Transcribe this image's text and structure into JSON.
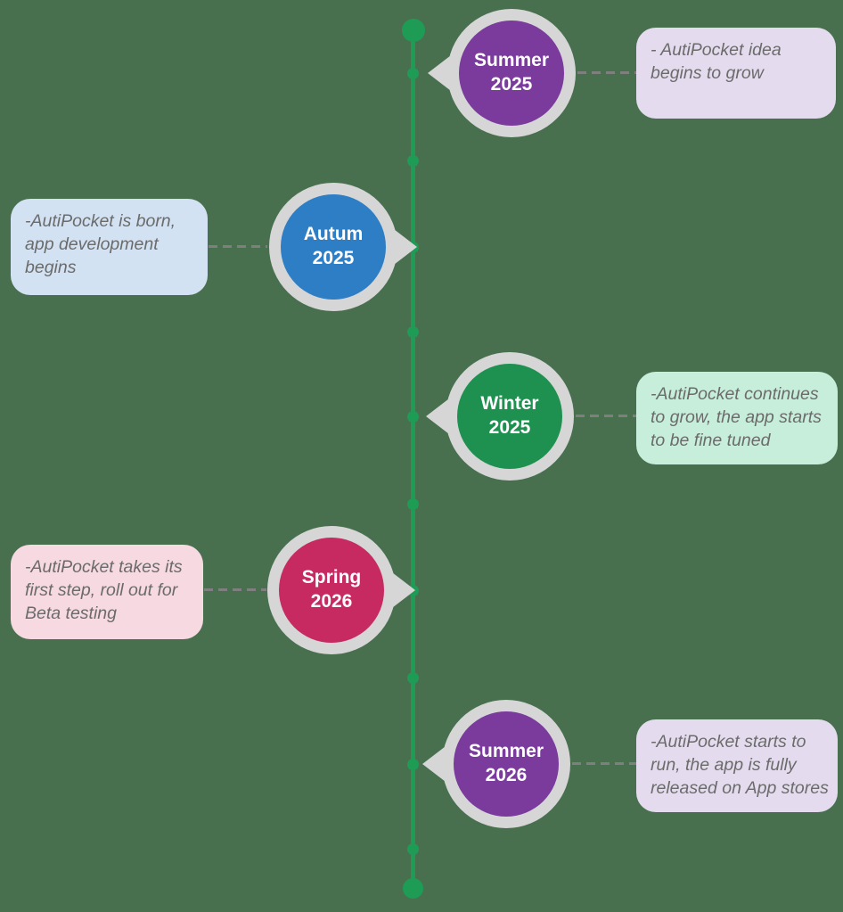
{
  "background_color": "#48704F",
  "note_text_color": "#6B6B6B",
  "timeline": {
    "line_color": "#1E9B55",
    "ring_color": "#D6D6D6",
    "connector_color": "#7F7F7F"
  },
  "milestones": [
    {
      "season": "Summer",
      "year": "2025",
      "side": "right",
      "circle_color": "#7A3B9D",
      "box_color": "#E4DCEE",
      "note": "- AutiPocket idea\nbegins to grow"
    },
    {
      "season": "Autum",
      "year": "2025",
      "side": "left",
      "circle_color": "#2E7EC6",
      "box_color": "#D2E2F2",
      "note": "-AutiPocket is born,\napp development\nbegins"
    },
    {
      "season": "Winter",
      "year": "2025",
      "side": "right",
      "circle_color": "#1E9150",
      "box_color": "#C7EEDB",
      "note": "-AutiPocket continues\nto grow, the app starts\nto be fine tuned"
    },
    {
      "season": "Spring",
      "year": "2026",
      "side": "left",
      "circle_color": "#C62A61",
      "box_color": "#F6D9E1",
      "note": "-AutiPocket takes its\nfirst step, roll out for\nBeta testing"
    },
    {
      "season": "Summer",
      "year": "2026",
      "side": "right",
      "circle_color": "#7A3B9D",
      "box_color": "#E4DCEE",
      "note": "-AutiPocket starts to\nrun, the app is fully\nreleased on App stores"
    }
  ]
}
